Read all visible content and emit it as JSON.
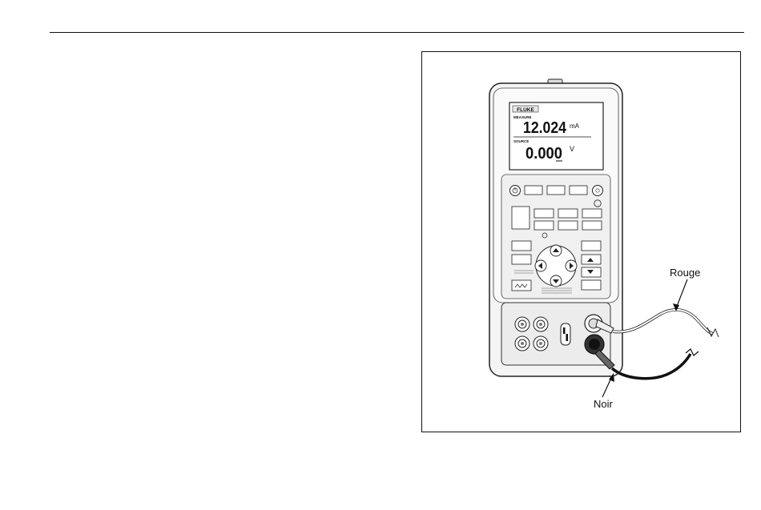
{
  "figure": {
    "device": {
      "brand": "FLUKE",
      "display": {
        "measure_label": "MEASURE",
        "measure_value": "12.024",
        "measure_unit": "mA",
        "source_label": "SOURCE",
        "source_value": "0.000",
        "source_unit": "V"
      }
    },
    "labels": {
      "red_lead": "Rouge",
      "black_lead": "Noir"
    }
  }
}
